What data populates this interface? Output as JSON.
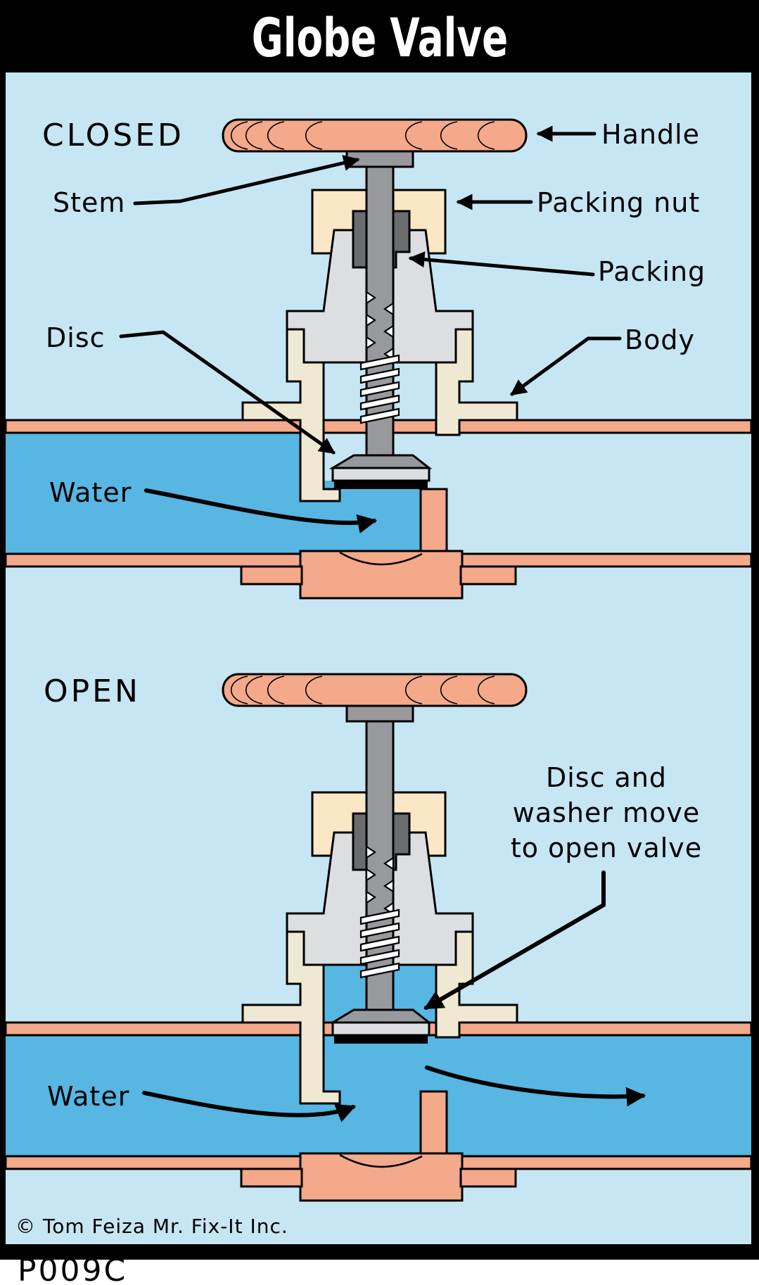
{
  "title": "Globe Valve",
  "palette": {
    "header_bg": "#000000",
    "frame_bg": "#C7E6F4",
    "water_blue": "#57B6E2",
    "pipe_salmon": "#F4A98A",
    "body_cream": "#EFE9D3",
    "packing_nut_cream": "#FBE7C5",
    "metal_light_gray": "#DCDEE1",
    "metal_mid_gray": "#97999C",
    "packing_dark_gray": "#6A6C6F",
    "outline": "#000000"
  },
  "closed_view": {
    "state_label": "CLOSED",
    "labels": {
      "handle": "Handle",
      "stem": "Stem",
      "packing_nut": "Packing nut",
      "packing": "Packing",
      "disc": "Disc",
      "body": "Body",
      "water": "Water"
    }
  },
  "open_view": {
    "state_label": "OPEN",
    "labels": {
      "water": "Water"
    },
    "note_lines": [
      "Disc and",
      "washer move",
      "to open valve"
    ]
  },
  "footer": {
    "copyright": "© Tom Feiza Mr. Fix-It Inc.",
    "diagram_code": "P009C"
  }
}
